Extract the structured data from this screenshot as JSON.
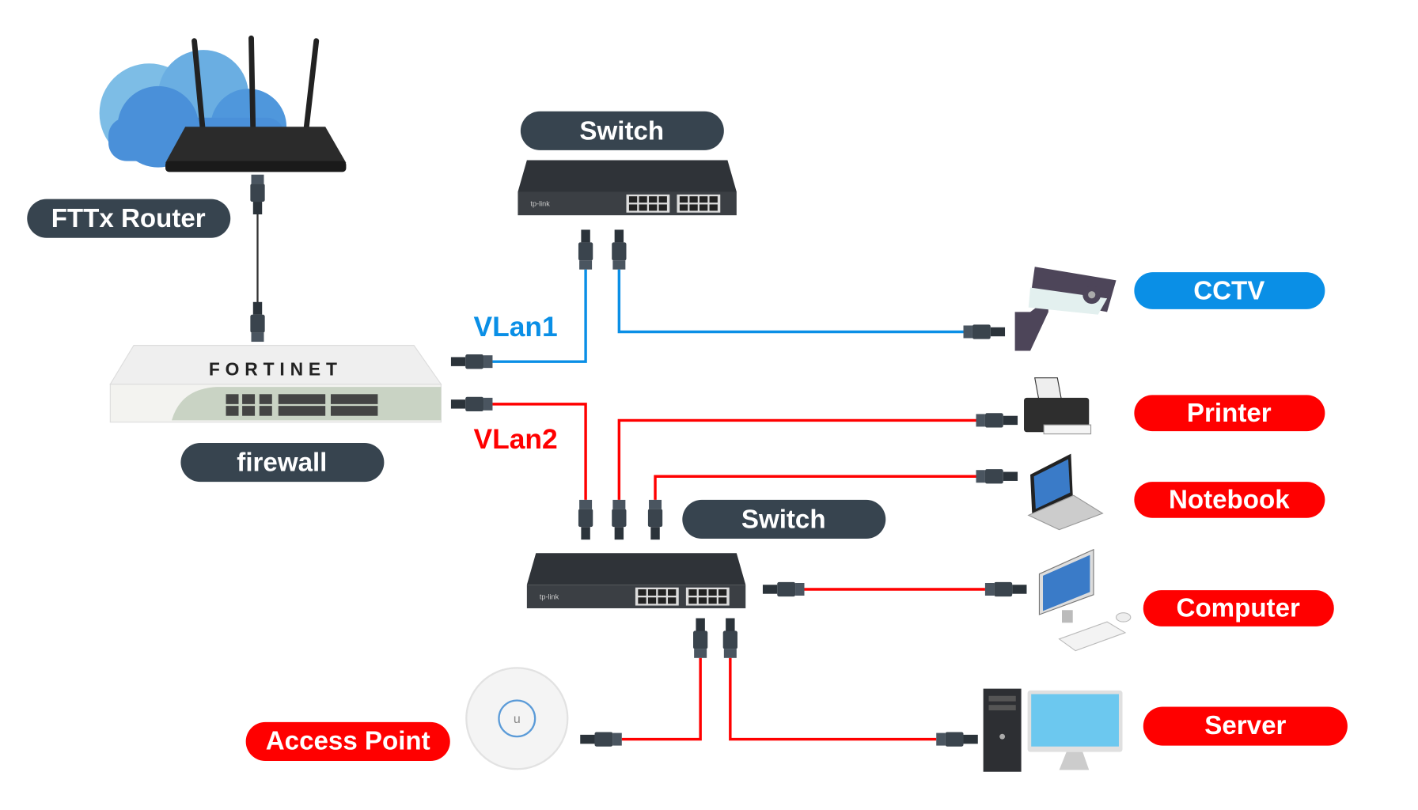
{
  "colors": {
    "dark_label": "#37444f",
    "vlan1": "#0a8fe6",
    "vlan2": "#ff0000",
    "cable": "#333333"
  },
  "labels": {
    "router": "FTTx Router",
    "firewall": "firewall",
    "switch_top": "Switch",
    "switch_bottom": "Switch",
    "cctv": "CCTV",
    "printer": "Printer",
    "notebook": "Notebook",
    "computer": "Computer",
    "server": "Server",
    "access_point": "Access Point"
  },
  "vlans": {
    "vlan1": "VLan1",
    "vlan2": "VLan2"
  },
  "devices": {
    "router": "router-icon",
    "cloud": "cloud-icon",
    "firewall": "firewall-icon",
    "firewall_brand": "FORTINET",
    "switch_brand": "tp-link",
    "cctv": "cctv-camera-icon",
    "printer": "printer-icon",
    "notebook": "laptop-icon",
    "computer": "desktop-computer-icon",
    "server": "server-tower-icon",
    "access_point": "access-point-icon"
  }
}
